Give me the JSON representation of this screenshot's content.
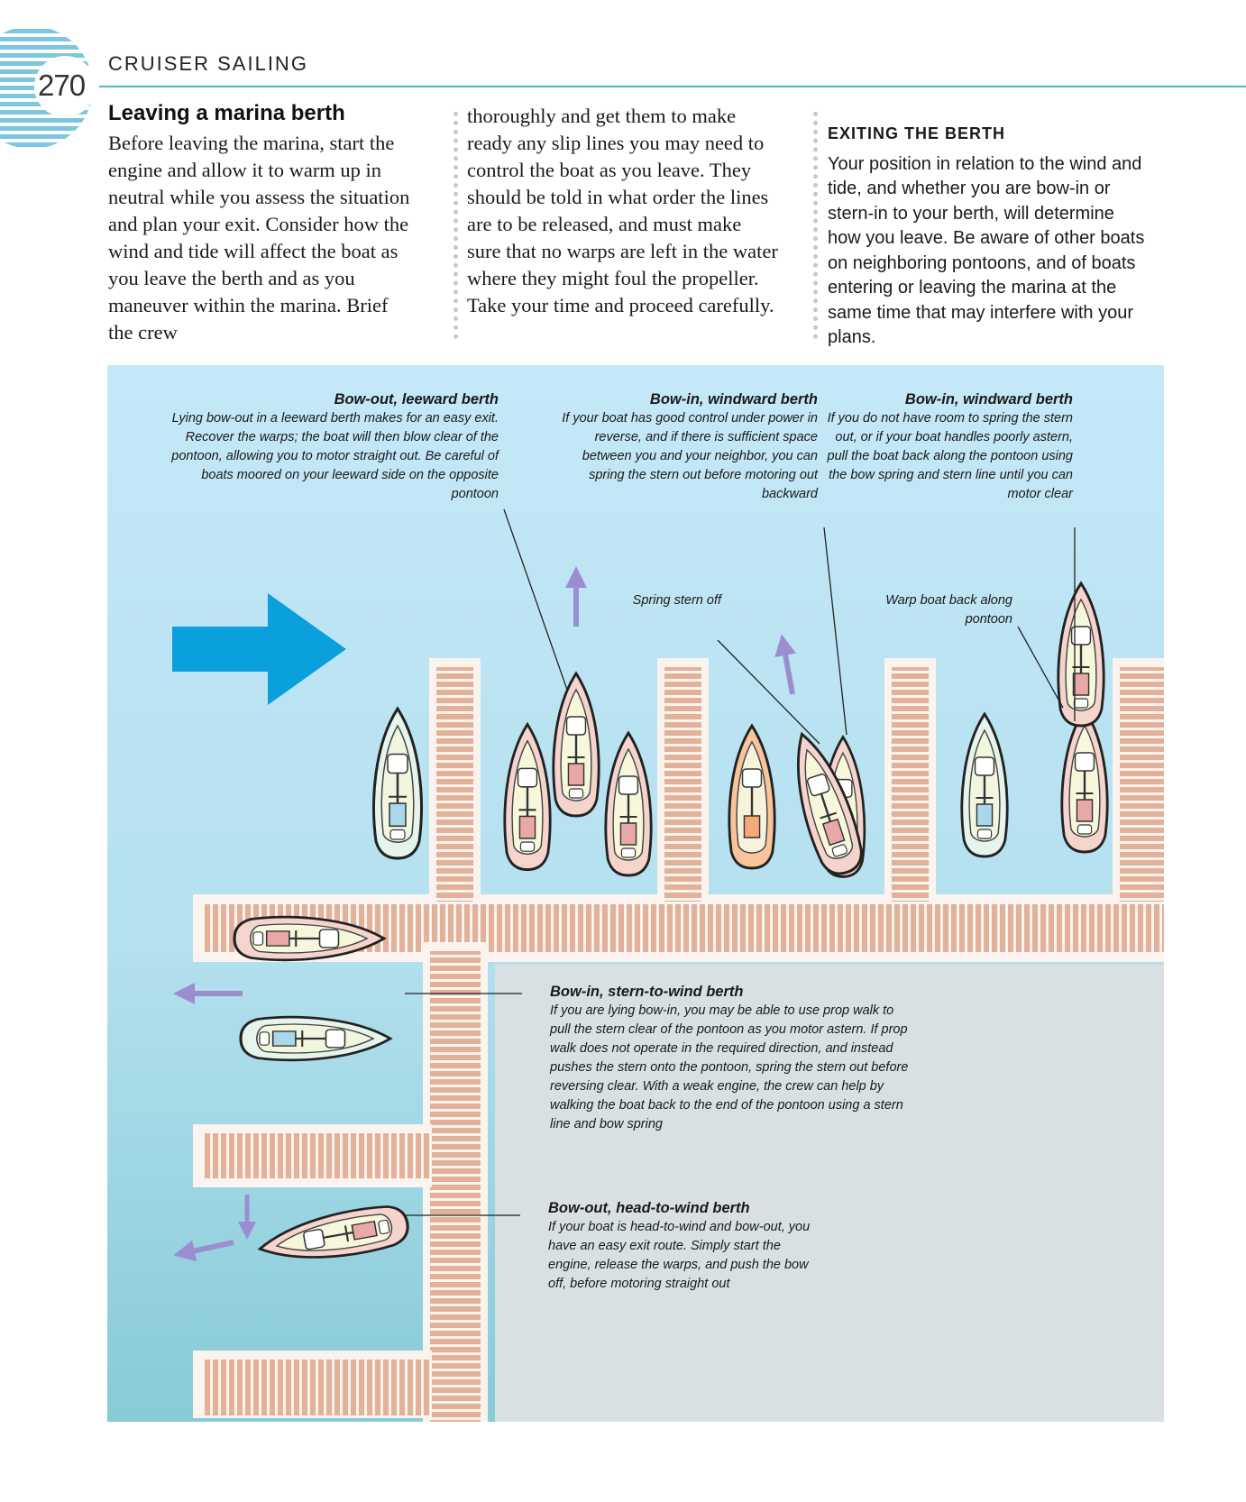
{
  "header": {
    "section": "CRUISER SAILING",
    "page_number": "270"
  },
  "article": {
    "heading": "Leaving a marina berth",
    "col1": "Before leaving the marina, start the engine and allow it to warm up in neutral while you assess the situation and plan your exit. Consider how the wind and tide will affect the boat as you leave the berth and as you maneuver within the marina. Brief the crew",
    "col2": "thoroughly and get them to make ready any slip lines you may need to control the boat as you leave. They should be told in what order the lines are to be released, and must make sure that no warps are left in the water where they might foul the propeller. Take your time and proceed carefully.",
    "col3_heading": "EXITING THE BERTH",
    "col3": "Your position in relation to the wind and tide, and whether you are bow-in or stern-in to your berth, will determine how you leave. Be aware of other boats on neighboring pontoons, and of boats entering or leaving the marina at the same time that may interfere with your plans."
  },
  "diagram": {
    "callouts": [
      {
        "title": "Bow-out, leeward berth",
        "text": "Lying bow-out in a leeward berth makes for an easy exit. Recover the warps; the boat will then blow clear of the pontoon, allowing you to motor straight out. Be careful of boats moored on your leeward side on the opposite pontoon"
      },
      {
        "title": "Bow-in, windward berth",
        "text": "If your boat has good control under power in reverse, and if there is sufficient space between you and your neighbor, you can spring the stern out before motoring out backward"
      },
      {
        "title": "Bow-in, windward berth",
        "text": "If you do not have room to spring the stern out, or if your boat handles poorly astern, pull the boat back along the pontoon using the bow spring and stern line until you can motor clear"
      },
      {
        "title": "",
        "text": "Spring stern off"
      },
      {
        "title": "",
        "text": "Warp boat back along pontoon"
      },
      {
        "title": "Bow-in, stern-to-wind berth",
        "text": "If you are lying bow-in, you may be able to use prop walk to pull the stern clear of the pontoon as you motor astern. If prop walk does not operate in the required direction, and instead pushes the stern onto the pontoon, spring the stern out before reversing clear. With a weak engine, the crew can help by walking the boat back to the end of the pontoon using a stern line and bow spring"
      },
      {
        "title": "Bow-out, head-to-wind berth",
        "text": "If your boat is head-to-wind and bow-out, you have an easy exit route. Simply start the engine, release the warps, and push the bow off, before motoring straight out"
      }
    ],
    "colors": {
      "water_top": "#c5e8f8",
      "water_bottom": "#86cbd6",
      "land": "#d9e0e3",
      "deck": "#e3b09a",
      "wind_arrow": "#0aa0dc",
      "move_arrow": "#9b8ed0"
    }
  }
}
